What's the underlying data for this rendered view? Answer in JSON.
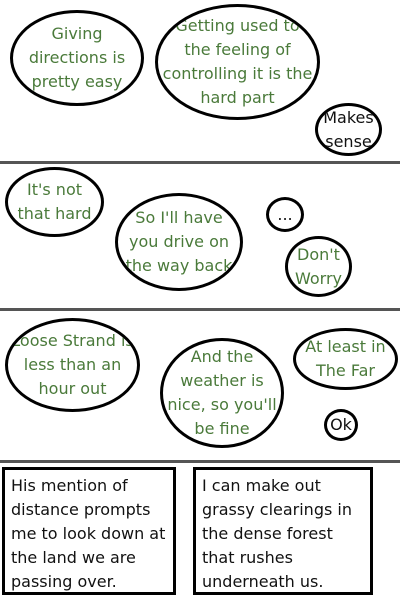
{
  "panels": [
    {
      "bubbles": [
        {
          "id": "b1",
          "text": "Giving directions is pretty easy",
          "color": "#4a7a3a"
        },
        {
          "id": "b2",
          "text": "Getting used to the feeling of controlling it is the hard part",
          "color": "#4a7a3a"
        },
        {
          "id": "b3",
          "text": "Makes sense",
          "color": "#111111"
        }
      ]
    },
    {
      "bubbles": [
        {
          "id": "b4",
          "text": "It's not that hard",
          "color": "#4a7a3a"
        },
        {
          "id": "b5",
          "text": "So I'll have you drive on the way back",
          "color": "#4a7a3a"
        },
        {
          "id": "b6",
          "text": "...",
          "color": "#111111"
        },
        {
          "id": "b7",
          "text": "Don't Worry",
          "color": "#4a7a3a"
        }
      ]
    },
    {
      "bubbles": [
        {
          "id": "b8",
          "text": "Loose Strand is less than an hour out",
          "color": "#4a7a3a"
        },
        {
          "id": "b9",
          "text": "And the weather is nice, so you'll be fine",
          "color": "#4a7a3a"
        },
        {
          "id": "b10",
          "text": "At least in The Far",
          "color": "#4a7a3a"
        },
        {
          "id": "b11",
          "text": "Ok",
          "color": "#111111"
        }
      ]
    }
  ],
  "captions": [
    {
      "id": "c1",
      "text": "His mention of distance prompts me to look down at the land we are passing over."
    },
    {
      "id": "c2",
      "text": "I can make out grassy clearings in the dense forest that rushes underneath us."
    }
  ]
}
